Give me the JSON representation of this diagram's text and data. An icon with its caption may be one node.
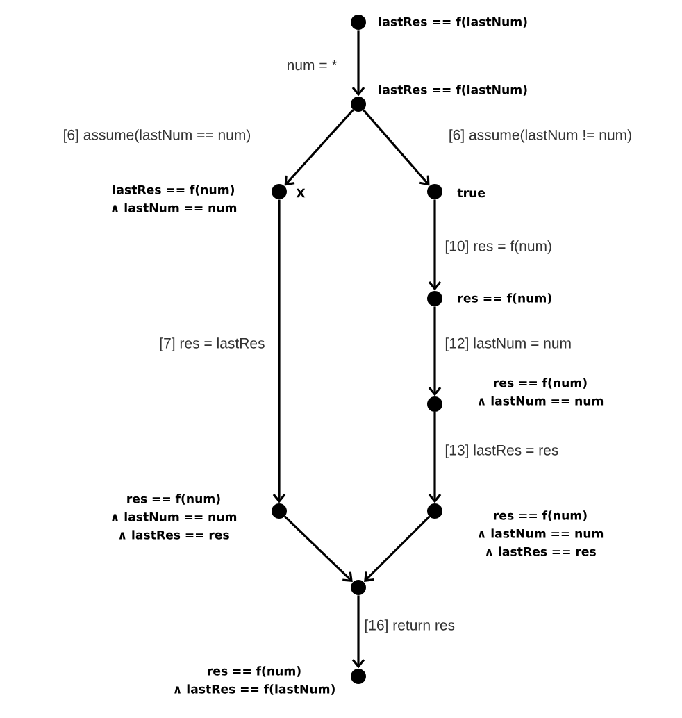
{
  "diagram": {
    "nodes": [
      {
        "text": [],
        "shape": "circle",
        "beside": [
          "lastRes == f(lastNum)"
        ]
      },
      {
        "text": [],
        "shape": "circle",
        "beside": [
          "lastRes == f(lastNum)"
        ]
      },
      {
        "text": [],
        "shape": "circle",
        "beside": [
          "lastRes == f(num) ∧ lastNum == num",
          "X"
        ]
      },
      {
        "text": [],
        "shape": "circle",
        "beside": [
          "true"
        ]
      },
      {
        "text": [],
        "shape": "circle",
        "beside": [
          "res == f(num)"
        ]
      },
      {
        "text": [],
        "shape": "circle",
        "beside": [
          "res == f(num) ∧ lastNum == num"
        ]
      },
      {
        "text": [],
        "shape": "circle",
        "beside": [
          "res == f(num) ∧ lastNum == num ∧ lastRes == res"
        ]
      },
      {
        "text": [],
        "shape": "circle",
        "beside": [
          "res == f(num) ∧ lastNum == num ∧ lastRes == res"
        ]
      },
      {
        "text": [],
        "shape": "circle"
      },
      {
        "text": [],
        "shape": "circle",
        "beside": [
          "res == f(num) ∧ lastRes == f(lastNum)"
        ]
      }
    ],
    "edges": [
      {
        "from": 0,
        "to": 1,
        "arrow": "to",
        "label": "num = *"
      },
      {
        "from": 1,
        "to": 2,
        "arrow": "to",
        "label": "[6] assume(lastNum == num)"
      },
      {
        "from": 1,
        "to": 3,
        "arrow": "to",
        "label": "[6] assume(lastNum != num)"
      },
      {
        "from": 2,
        "to": 6,
        "arrow": "to",
        "label": "[7] res = lastRes"
      },
      {
        "from": 3,
        "to": 4,
        "arrow": "to",
        "label": "[10] res = f(num)"
      },
      {
        "from": 4,
        "to": 5,
        "arrow": "to",
        "label": "[12] lastNum = num"
      },
      {
        "from": 5,
        "to": 7,
        "arrow": "to",
        "label": "[13] lastRes = res"
      },
      {
        "from": 6,
        "to": 8,
        "arrow": "to"
      },
      {
        "from": 7,
        "to": 8,
        "arrow": "to"
      },
      {
        "from": 8,
        "to": 9,
        "arrow": "to",
        "label": "[16] return res"
      }
    ]
  }
}
